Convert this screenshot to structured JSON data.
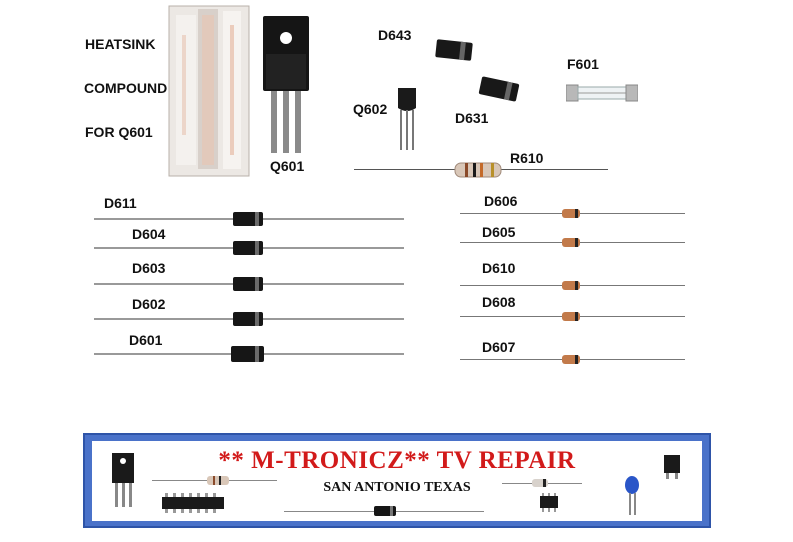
{
  "heatsink": {
    "line1": "HEATSINK",
    "line2": "COMPOUND",
    "line3": "FOR Q601"
  },
  "parts": {
    "q601": "Q601",
    "d643": "D643",
    "q602": "Q602",
    "d631": "D631",
    "f601": "F601",
    "r610": "R610"
  },
  "large_diodes": [
    "D611",
    "D604",
    "D603",
    "D602",
    "D601"
  ],
  "small_diodes": [
    "D606",
    "D605",
    "D610",
    "D608",
    "D607"
  ],
  "banner": {
    "title": "** M-TRONICZ**  TV REPAIR",
    "subtitle": "SAN ANTONIO TEXAS"
  },
  "colors": {
    "banner_border": "#4a72c9",
    "banner_title": "#d21a1a",
    "accent_orange": "#e85a1a"
  },
  "icons": [
    "heatsink-compound-packet",
    "to220-transistor",
    "to92-transistor",
    "smd-diode",
    "glass-fuse",
    "resistor",
    "axial-diode",
    "signal-diode",
    "ic-chip",
    "capacitor"
  ]
}
